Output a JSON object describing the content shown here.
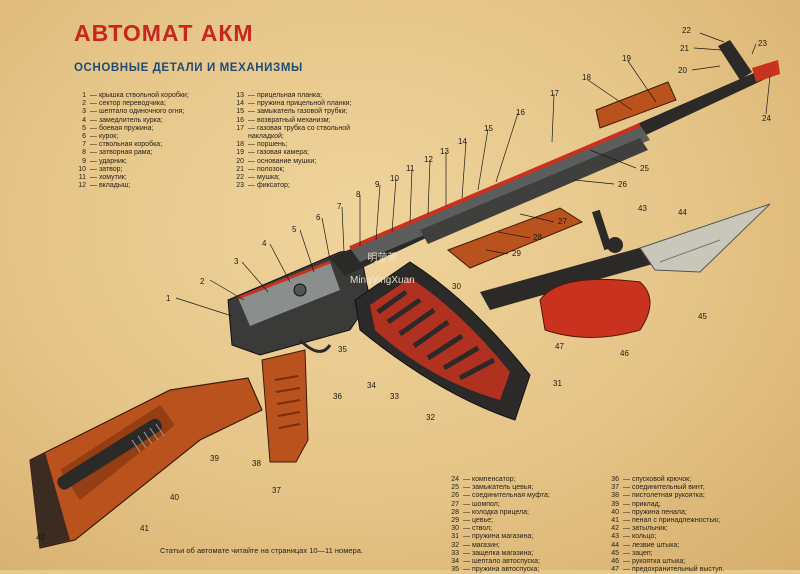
{
  "title": "АВТОМАТ АКМ",
  "subtitle": "ОСНОВНЫЕ ДЕТАЛИ И МЕХАНИЗМЫ",
  "legend_a": [
    {
      "n": "1",
      "t": "— крышка ствольной коробки;"
    },
    {
      "n": "2",
      "t": "— сектор переводчика;"
    },
    {
      "n": "3",
      "t": "— шептало одиночного огня;"
    },
    {
      "n": "4",
      "t": "— замедлитель курка;"
    },
    {
      "n": "5",
      "t": "— боевая пружина;"
    },
    {
      "n": "6",
      "t": "— курок;"
    },
    {
      "n": "7",
      "t": "— ствольная коробка;"
    },
    {
      "n": "8",
      "t": "— затворная рама;"
    },
    {
      "n": "9",
      "t": "— ударник;"
    },
    {
      "n": "10",
      "t": "— затвор;"
    },
    {
      "n": "11",
      "t": "— хомутик;"
    },
    {
      "n": "12",
      "t": "— вкладыш;"
    }
  ],
  "legend_b": [
    {
      "n": "13",
      "t": "— прицельная планка;"
    },
    {
      "n": "14",
      "t": "— пружина прицельной планки;"
    },
    {
      "n": "15",
      "t": "— замыкатель газовой трубки;"
    },
    {
      "n": "16",
      "t": "— возвратный механизм;"
    },
    {
      "n": "17",
      "t": "— газовая трубка со ствольной"
    },
    {
      "n": "",
      "t": "накладкой;"
    },
    {
      "n": "18",
      "t": "— поршень;"
    },
    {
      "n": "19",
      "t": "— газовая камера;"
    },
    {
      "n": "20",
      "t": "— основание мушки;"
    },
    {
      "n": "21",
      "t": "— полозок;"
    },
    {
      "n": "22",
      "t": "— мушка;"
    },
    {
      "n": "23",
      "t": "— фиксатор;"
    }
  ],
  "legend_c": [
    {
      "n": "24",
      "t": "— компенсатор;"
    },
    {
      "n": "25",
      "t": "— замыкатель цевья;"
    },
    {
      "n": "26",
      "t": "— соединительная муфта;"
    },
    {
      "n": "27",
      "t": "— шомпол;"
    },
    {
      "n": "28",
      "t": "— колодка прицела;"
    },
    {
      "n": "29",
      "t": "— цевье;"
    },
    {
      "n": "30",
      "t": "— ствол;"
    },
    {
      "n": "31",
      "t": "— пружина магазина;"
    },
    {
      "n": "32",
      "t": "— магазин;"
    },
    {
      "n": "33",
      "t": "— защелка магазина;"
    },
    {
      "n": "34",
      "t": "— шептало автоспуска;"
    },
    {
      "n": "35",
      "t": "— пружина автоспуска;"
    }
  ],
  "legend_d": [
    {
      "n": "36",
      "t": "— спусковой крючок;"
    },
    {
      "n": "37",
      "t": "— соединительный винт;"
    },
    {
      "n": "38",
      "t": "— пистолетная рукоятка;"
    },
    {
      "n": "39",
      "t": "— приклад;"
    },
    {
      "n": "40",
      "t": "— пружина пенала;"
    },
    {
      "n": "41",
      "t": "— пенал с принадлежностью;"
    },
    {
      "n": "42",
      "t": "— затыльник;"
    },
    {
      "n": "43",
      "t": "— кольцо;"
    },
    {
      "n": "44",
      "t": "— лезвие штыка;"
    },
    {
      "n": "45",
      "t": "— зацеп;"
    },
    {
      "n": "46",
      "t": "— рукоятка штыка;"
    },
    {
      "n": "47",
      "t": "— предохранительный выступ."
    }
  ],
  "footer": "Статьи об автомате читайте на страницах 10—11 номера.",
  "watermark_cn": "明莹萱",
  "watermark_en": "MingYingXuan",
  "callouts": [
    "1",
    "2",
    "3",
    "4",
    "5",
    "6",
    "7",
    "8",
    "9",
    "10",
    "11",
    "12",
    "13",
    "14",
    "15",
    "16",
    "17",
    "18",
    "19",
    "20",
    "21",
    "22",
    "23",
    "24",
    "25",
    "26",
    "27",
    "28",
    "29",
    "30",
    "31",
    "32",
    "33",
    "34",
    "35",
    "36",
    "37",
    "38",
    "39",
    "40",
    "41",
    "42",
    "43",
    "44",
    "45",
    "46",
    "47"
  ],
  "colors": {
    "title": "#c9261e",
    "subtitle": "#1f4b74",
    "metal": "#2b2a28",
    "wood": "#b9521c",
    "section": "#c8321f",
    "paper": "#e7c98a"
  }
}
